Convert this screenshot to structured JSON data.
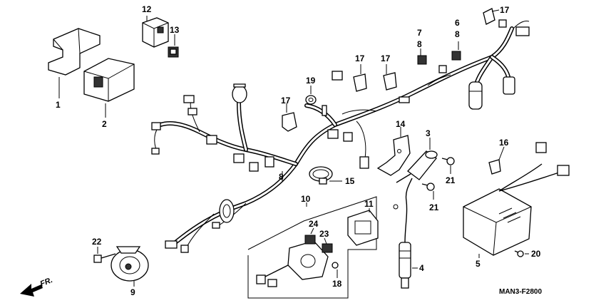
{
  "figure": {
    "code": "MAN3-F2800",
    "direction_label": "FR."
  },
  "callouts": [
    "1",
    "2",
    "3",
    "4",
    "5",
    "6",
    "7",
    "8",
    "9",
    "10",
    "11",
    "12",
    "13",
    "14",
    "15",
    "16",
    "17",
    "18",
    "19",
    "20",
    "21",
    "22",
    "23",
    "24"
  ]
}
